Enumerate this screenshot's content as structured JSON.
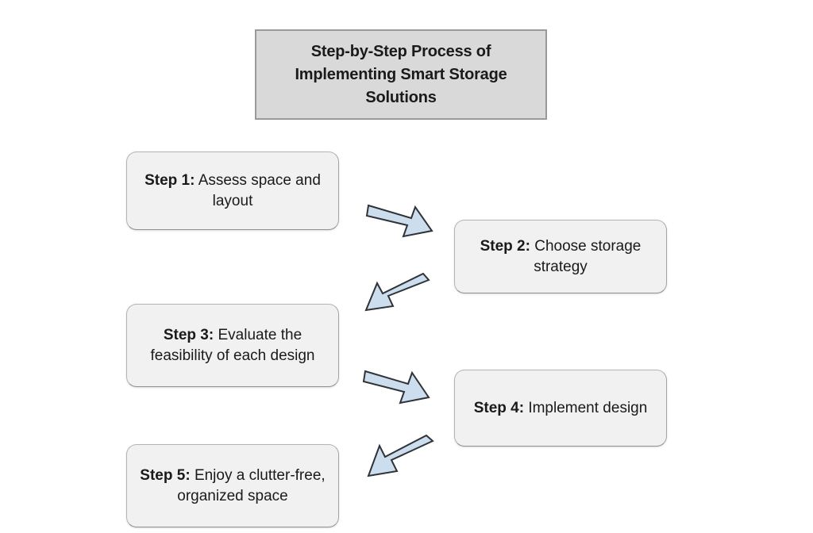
{
  "diagram": {
    "title": "Step-by-Step Process of Implementing Smart Storage Solutions",
    "background_color": "#ffffff",
    "title_box": {
      "fill": "#d9d9d9",
      "border": "#9a9a9a"
    },
    "step_box": {
      "fill": "#f1f1f1",
      "border": "#b4b4b4"
    },
    "arrow": {
      "fill": "#ccdded",
      "stroke": "#2f3338"
    },
    "steps": [
      {
        "id": "step-1",
        "label": "Step 1:",
        "text": "Assess space and layout",
        "full": "Step 1: Assess space and layout",
        "side": "left"
      },
      {
        "id": "step-2",
        "label": "Step 2:",
        "text": "Choose storage strategy",
        "full": "Step 2: Choose storage strategy",
        "side": "right"
      },
      {
        "id": "step-3",
        "label": "Step 3:",
        "text": "Evaluate the feasibility of each design",
        "full": "Step 3: Evaluate the feasibility of each design",
        "side": "left"
      },
      {
        "id": "step-4",
        "label": "Step 4:",
        "text": "Implement design",
        "full": "Step 4: Implement design",
        "side": "right"
      },
      {
        "id": "step-5",
        "label": "Step 5:",
        "text": "Enjoy a clutter-free, organized space",
        "full": "Step 5: Enjoy a clutter-free, organized space",
        "side": "left"
      }
    ],
    "arrows": [
      {
        "id": "arrow-1-to-2",
        "direction": "down-right",
        "from": "step-1",
        "to": "step-2"
      },
      {
        "id": "arrow-2-to-3",
        "direction": "down-left",
        "from": "step-2",
        "to": "step-3"
      },
      {
        "id": "arrow-3-to-4",
        "direction": "down-right",
        "from": "step-3",
        "to": "step-4"
      },
      {
        "id": "arrow-4-to-5",
        "direction": "down-left",
        "from": "step-4",
        "to": "step-5"
      }
    ]
  }
}
